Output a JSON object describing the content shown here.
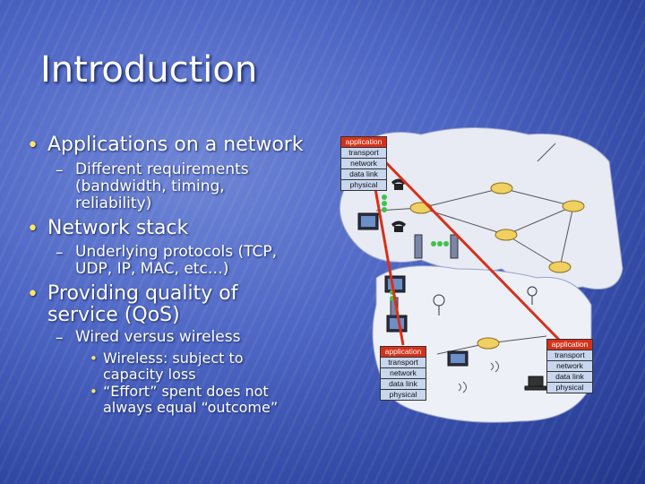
{
  "title": "Introduction",
  "bullets": {
    "b1": "Applications on a network",
    "b1_sub": "Different requirements (bandwidth, timing, reliability)",
    "b2": "Network stack",
    "b2_sub": "Underlying protocols (TCP, UDP, IP, MAC, etc…)",
    "b3": "Providing quality of service (QoS)",
    "b3_sub": "Wired versus wireless",
    "b3_sub_a": "Wireless: subject to capacity loss",
    "b3_sub_b": "“Effort” spent does not always equal “outcome”"
  },
  "stack": [
    "application",
    "transport",
    "network",
    "data link",
    "physical"
  ],
  "colors": {
    "accent": "#d83018",
    "bullet": "#ffe66a",
    "cloud": "#e8eaf4"
  }
}
